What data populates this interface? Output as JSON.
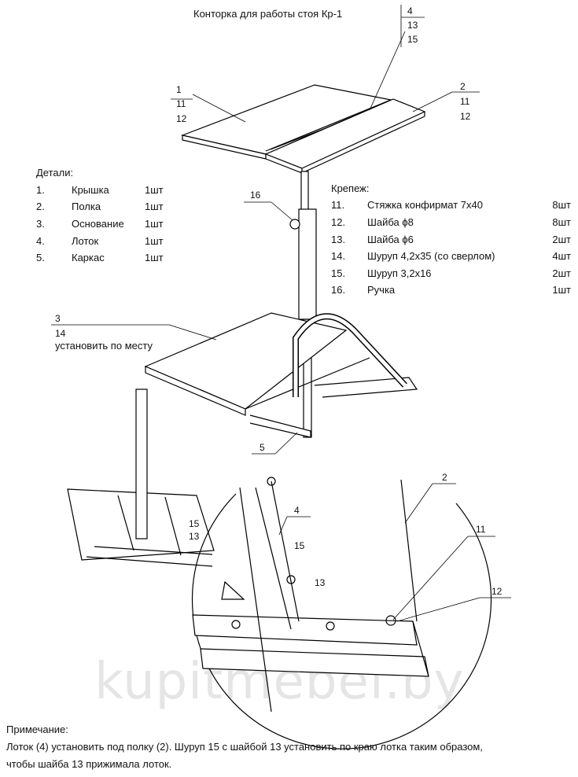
{
  "title": "Конторка для работы стоя Кр-1",
  "callouts": {
    "c4": [
      "4",
      "13",
      "15"
    ],
    "c1": [
      "1",
      "11",
      "12"
    ],
    "c2": [
      "2",
      "11",
      "12"
    ],
    "c16": "16",
    "c3": [
      "3",
      "14",
      "установить по месту"
    ],
    "c5": "5",
    "small_15": "15",
    "small_13": "13",
    "detail_4": "4",
    "detail_15": "15",
    "detail_13": "13",
    "detail_2": "2",
    "detail_11": "11",
    "detail_12": "12"
  },
  "parts": {
    "heading": "Детали:",
    "items": [
      {
        "n": "1.",
        "name": "Крышка",
        "qty": "1шт"
      },
      {
        "n": "2.",
        "name": "Полка",
        "qty": "1шт"
      },
      {
        "n": "3.",
        "name": "Основание",
        "qty": "1шт"
      },
      {
        "n": "4.",
        "name": "Лоток",
        "qty": "1шт"
      },
      {
        "n": "5.",
        "name": "Каркас",
        "qty": "1шт"
      }
    ]
  },
  "fasteners": {
    "heading": "Крепеж:",
    "items": [
      {
        "n": "11.",
        "name": "Стяжка конфирмат 7х40",
        "qty": "8шт"
      },
      {
        "n": "12.",
        "name": "Шайба ϕ8",
        "qty": "8шт"
      },
      {
        "n": "13.",
        "name": "Шайба ϕ6",
        "qty": "2шт"
      },
      {
        "n": "14.",
        "name": "Шуруп 4,2х35 (со сверлом)",
        "qty": "4шт"
      },
      {
        "n": "15.",
        "name": "Шуруп 3,2х16",
        "qty": "2шт"
      },
      {
        "n": "16.",
        "name": "Ручка",
        "qty": "1шт"
      }
    ]
  },
  "note": {
    "heading": "Примечание:",
    "line1": "Лоток (4) установить под полку (2). Шуруп 15 с шайбой 13 установить по краю лотка таким образом,",
    "line2": "чтобы шайба 13 прижимала лоток."
  },
  "watermark": "kupitmebel.by"
}
